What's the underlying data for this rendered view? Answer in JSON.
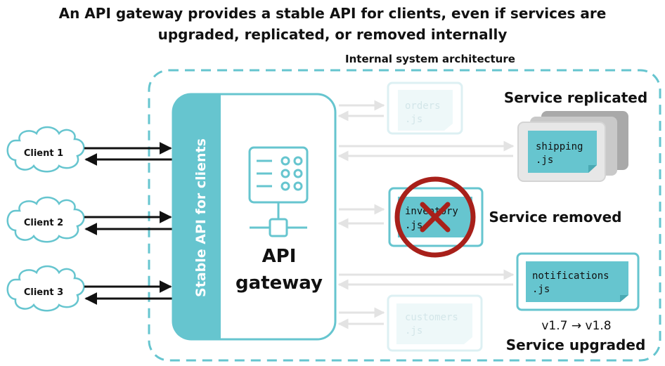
{
  "title": {
    "line1": "An API gateway provides a stable API for clients, even if services are",
    "line2": "upgraded, replicated, or removed internally"
  },
  "internal_label": "Internal system architecture",
  "clients": [
    "Client 1",
    "Client 2",
    "Client 3"
  ],
  "stable_api_label": "Stable API for clients",
  "gateway": {
    "line1": "API",
    "line2": "gateway"
  },
  "services": {
    "orders": {
      "line1": "orders",
      "line2": ".js"
    },
    "shipping": {
      "line1": "shipping",
      "line2": ".js"
    },
    "inventory": {
      "line1": "inventory",
      "line2": ".js"
    },
    "notifications": {
      "line1": "notifications",
      "line2": ".js"
    },
    "customers": {
      "line1": "customers",
      "line2": ".js"
    }
  },
  "captions": {
    "replicated": "Service replicated",
    "removed": "Service removed",
    "version": "v1.7 → v1.8",
    "upgraded": "Service upgraded"
  },
  "colors": {
    "accent": "#66c5cf",
    "accent_border": "#5bbcc6",
    "faded": "#d7eef1",
    "removed_red": "#a8201a",
    "replica_gray": "#a9a9a9"
  }
}
